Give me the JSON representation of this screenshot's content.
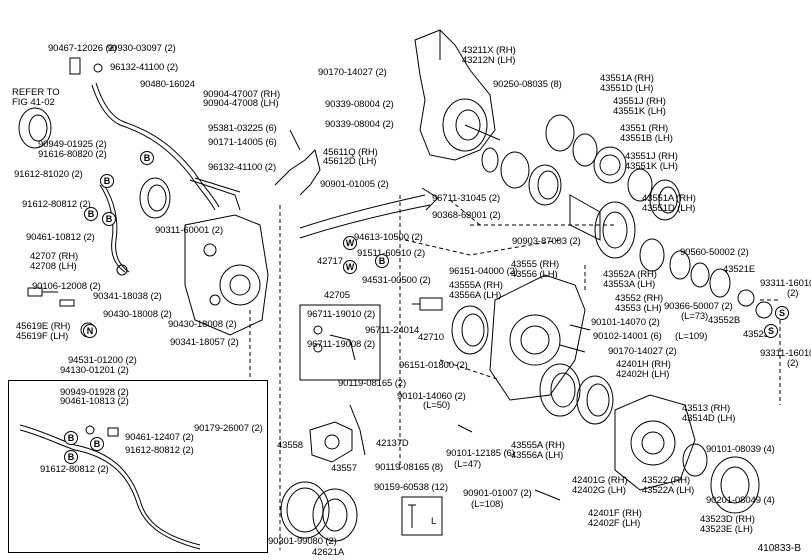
{
  "labels": [
    {
      "id": "l1",
      "text": "90467-12026 (2)"
    },
    {
      "id": "l2",
      "text": "90930-03097 (2)"
    },
    {
      "id": "l3",
      "text": "96132-41100 (2)"
    },
    {
      "id": "l4",
      "text": "REFER TO"
    },
    {
      "id": "l5",
      "text": "FIG 41-02"
    },
    {
      "id": "l6",
      "text": "90480-16024"
    },
    {
      "id": "l7",
      "text": "90904-47007 (RH)"
    },
    {
      "id": "l8",
      "text": "90904-47008 (LH)"
    },
    {
      "id": "l9",
      "text": "95381-03225 (6)"
    },
    {
      "id": "l10",
      "text": "90949-01925 (2)"
    },
    {
      "id": "l11",
      "text": "91616-80820 (2)"
    },
    {
      "id": "l12",
      "text": "90171-14005 (6)"
    },
    {
      "id": "l13",
      "text": "45611Q (RH)"
    },
    {
      "id": "l14",
      "text": "45612D (LH)"
    },
    {
      "id": "l15",
      "text": "91612-81020 (2)"
    },
    {
      "id": "l16",
      "text": "96132-41100 (2)"
    },
    {
      "id": "l17",
      "text": "90901-01005 (2)"
    },
    {
      "id": "l18",
      "text": "91612-80812 (2)"
    },
    {
      "id": "l19",
      "text": "90461-10812 (2)"
    },
    {
      "id": "l20",
      "text": "90311-60001 (2)"
    },
    {
      "id": "l21",
      "text": "42707 (RH)"
    },
    {
      "id": "l22",
      "text": "42708 (LH)"
    },
    {
      "id": "l23",
      "text": "90106-12008 (2)"
    },
    {
      "id": "l24",
      "text": "90341-18038 (2)"
    },
    {
      "id": "l25",
      "text": "90430-18008 (2)"
    },
    {
      "id": "l26",
      "text": "45619E (RH)"
    },
    {
      "id": "l27",
      "text": "45619F (LH)"
    },
    {
      "id": "l28",
      "text": "90430-18008 (2)"
    },
    {
      "id": "l29",
      "text": "90341-18057 (2)"
    },
    {
      "id": "l30",
      "text": "94531-01200 (2)"
    },
    {
      "id": "l31",
      "text": "94130-01201 (2)"
    },
    {
      "id": "l32",
      "text": "90170-14027 (2)"
    },
    {
      "id": "l33",
      "text": "43211X (RH)"
    },
    {
      "id": "l34",
      "text": "43212N (LH)"
    },
    {
      "id": "l35",
      "text": "90250-08035 (8)"
    },
    {
      "id": "l36",
      "text": "90339-08004 (2)"
    },
    {
      "id": "l37",
      "text": "90339-08004 (2)"
    },
    {
      "id": "l38",
      "text": "96711-31045 (2)"
    },
    {
      "id": "l39",
      "text": "90368-63001 (2)"
    },
    {
      "id": "l40",
      "text": "43551A (RH)"
    },
    {
      "id": "l41",
      "text": "43551D (LH)"
    },
    {
      "id": "l42",
      "text": "43551J (RH)"
    },
    {
      "id": "l43",
      "text": "43551K (LH)"
    },
    {
      "id": "l44",
      "text": "43551 (RH)"
    },
    {
      "id": "l45",
      "text": "43551B (LH)"
    },
    {
      "id": "l46",
      "text": "43551J (RH)"
    },
    {
      "id": "l47",
      "text": "43551K (LH)"
    },
    {
      "id": "l48",
      "text": "43551A (RH)"
    },
    {
      "id": "l49",
      "text": "43551D (LH)"
    },
    {
      "id": "l50",
      "text": "94613-10500 (2)"
    },
    {
      "id": "l51",
      "text": "42717"
    },
    {
      "id": "l52",
      "text": "91511-60510 (2)"
    },
    {
      "id": "l53",
      "text": "94531-00500 (2)"
    },
    {
      "id": "l54",
      "text": "90903-87003 (2)"
    },
    {
      "id": "l55",
      "text": "96151-04000 (2)"
    },
    {
      "id": "l56",
      "text": "43555A (RH)"
    },
    {
      "id": "l57",
      "text": "43556A (LH)"
    },
    {
      "id": "l58",
      "text": "43555 (RH)"
    },
    {
      "id": "l59",
      "text": "43556 (LH)"
    },
    {
      "id": "l60",
      "text": "90560-50002 (2)"
    },
    {
      "id": "l61",
      "text": "43521E"
    },
    {
      "id": "l62",
      "text": "43552A (RH)"
    },
    {
      "id": "l63",
      "text": "43553A (LH)"
    },
    {
      "id": "l64",
      "text": "93311-16010"
    },
    {
      "id": "l65",
      "text": "(2)"
    },
    {
      "id": "l66",
      "text": "42705"
    },
    {
      "id": "l67",
      "text": "96711-19010 (2)"
    },
    {
      "id": "l68",
      "text": "96711-19008 (2)"
    },
    {
      "id": "l69",
      "text": "96711-24014"
    },
    {
      "id": "l70",
      "text": "42710"
    },
    {
      "id": "l71",
      "text": "43552 (RH)"
    },
    {
      "id": "l72",
      "text": "43553 (LH)"
    },
    {
      "id": "l73",
      "text": "90366-50007 (2)"
    },
    {
      "id": "l74",
      "text": "(L=73)"
    },
    {
      "id": "l75",
      "text": "43552B"
    },
    {
      "id": "l76",
      "text": "43523C"
    },
    {
      "id": "l77",
      "text": "90101-14070 (2)"
    },
    {
      "id": "l78",
      "text": "90102-14001 (6)"
    },
    {
      "id": "l79",
      "text": "(L=109)"
    },
    {
      "id": "l80",
      "text": "93311-16010"
    },
    {
      "id": "l81",
      "text": "(2)"
    },
    {
      "id": "l82",
      "text": "96151-01800 (2)"
    },
    {
      "id": "l83",
      "text": "90170-14027 (2)"
    },
    {
      "id": "l84",
      "text": "42401H (RH)"
    },
    {
      "id": "l85",
      "text": "42402H (LH)"
    },
    {
      "id": "l86",
      "text": "90119-08165 (2)"
    },
    {
      "id": "l87",
      "text": "90101-14060 (2)"
    },
    {
      "id": "l88",
      "text": "(L=50)"
    },
    {
      "id": "l89",
      "text": "90949-01928 (2)"
    },
    {
      "id": "l90",
      "text": "90461-10813 (2)"
    },
    {
      "id": "l91",
      "text": "90461-12407 (2)"
    },
    {
      "id": "l92",
      "text": "91612-80812 (2)"
    },
    {
      "id": "l93",
      "text": "91612-80812 (2)"
    },
    {
      "id": "l94",
      "text": "90179-26007 (2)"
    },
    {
      "id": "l95",
      "text": "43558"
    },
    {
      "id": "l96",
      "text": "42137D"
    },
    {
      "id": "l97",
      "text": "43557"
    },
    {
      "id": "l98",
      "text": "90119-08165 (8)"
    },
    {
      "id": "l99",
      "text": "43555A (RH)"
    },
    {
      "id": "l100",
      "text": "43556A (LH)"
    },
    {
      "id": "l101",
      "text": "43513 (RH)"
    },
    {
      "id": "l102",
      "text": "43514D (LH)"
    },
    {
      "id": "l103",
      "text": "90101-12185 (6)"
    },
    {
      "id": "l104",
      "text": "(L=47)"
    },
    {
      "id": "l105",
      "text": "42401G (RH)"
    },
    {
      "id": "l106",
      "text": "42402G (LH)"
    },
    {
      "id": "l107",
      "text": "43522 (RH)"
    },
    {
      "id": "l108",
      "text": "43522A (LH)"
    },
    {
      "id": "l109",
      "text": "90101-08039 (4)"
    },
    {
      "id": "l110",
      "text": "90159-60538 (12)"
    },
    {
      "id": "l111",
      "text": "90901-01007 (2)"
    },
    {
      "id": "l112",
      "text": "(L=108)"
    },
    {
      "id": "l113",
      "text": "42401F (RH)"
    },
    {
      "id": "l114",
      "text": "42402F (LH)"
    },
    {
      "id": "l115",
      "text": "43523D (RH)"
    },
    {
      "id": "l116",
      "text": "43523E (LH)"
    },
    {
      "id": "l117",
      "text": "90201-08049 (4)"
    },
    {
      "id": "l118",
      "text": "90301-99080 (2)"
    },
    {
      "id": "l119",
      "text": "42621A"
    }
  ],
  "markers": [
    {
      "id": "mB1",
      "letter": "B"
    },
    {
      "id": "mB2",
      "letter": "B"
    },
    {
      "id": "mB3",
      "letter": "B"
    },
    {
      "id": "mB4",
      "letter": "B"
    },
    {
      "id": "mN1",
      "letter": "N"
    },
    {
      "id": "mW1",
      "letter": "W"
    },
    {
      "id": "mW2",
      "letter": "W"
    },
    {
      "id": "mB5",
      "letter": "B"
    },
    {
      "id": "mS1",
      "letter": "S"
    },
    {
      "id": "mS2",
      "letter": "S"
    },
    {
      "id": "mB6",
      "letter": "B"
    },
    {
      "id": "mB7",
      "letter": "B"
    },
    {
      "id": "mB8",
      "letter": "B"
    }
  ],
  "footer": "410833-B",
  "bolt_dim_letter": "L"
}
